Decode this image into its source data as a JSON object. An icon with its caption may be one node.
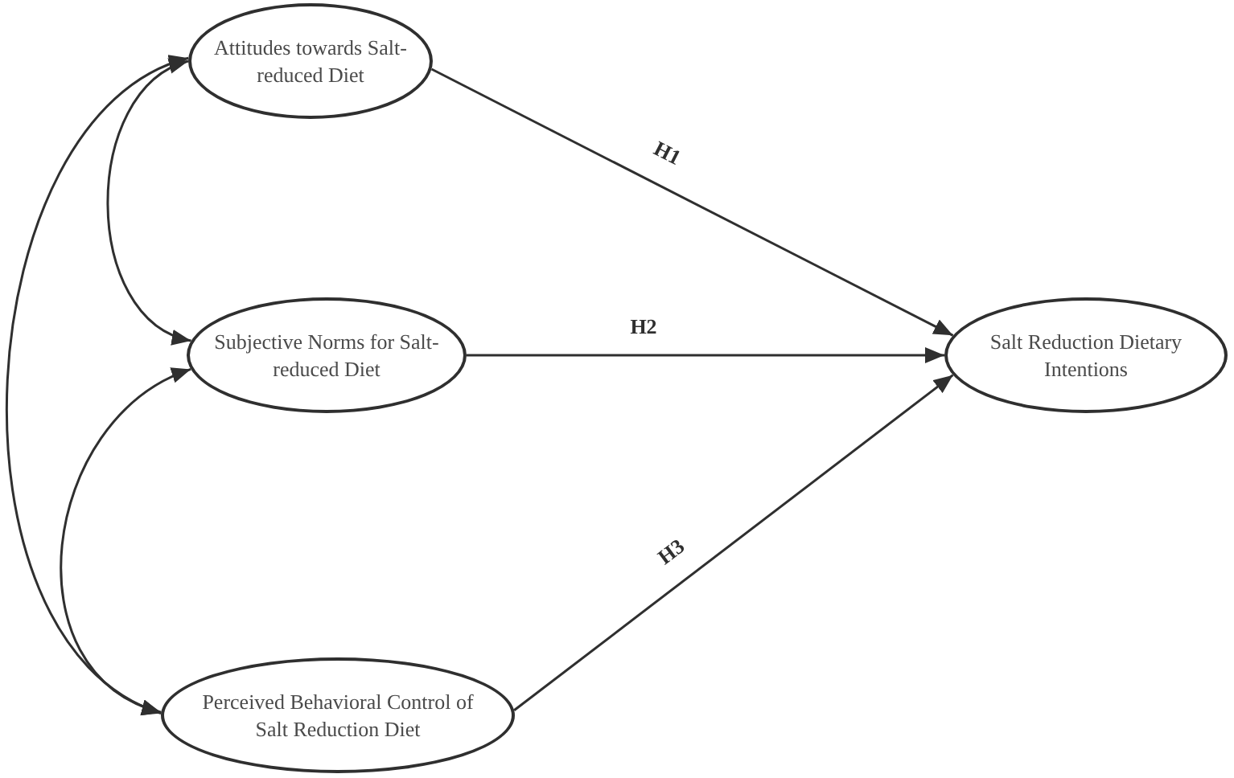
{
  "diagram": {
    "nodes": [
      {
        "text": [
          "Attitudes towards Salt-reduced Diet"
        ]
      },
      {
        "text": [
          "Subjective Norms for Salt-reduced Diet"
        ]
      },
      {
        "text": [
          "Perceived Behavioral Control of Salt Reduction Diet"
        ]
      },
      {
        "text": [
          "Salt Reduction Dietary Intentions"
        ]
      }
    ],
    "edges": [
      {
        "from": 0,
        "to": 3,
        "arrow": "to",
        "label": "H1"
      },
      {
        "from": 1,
        "to": 3,
        "arrow": "to",
        "label": "H2"
      },
      {
        "from": 2,
        "to": 3,
        "arrow": "to",
        "label": "H3"
      },
      {
        "from": 0,
        "to": 1,
        "arrow": "both"
      },
      {
        "from": 1,
        "to": 2,
        "arrow": "both"
      },
      {
        "from": 0,
        "to": 2,
        "arrow": "both"
      }
    ]
  }
}
